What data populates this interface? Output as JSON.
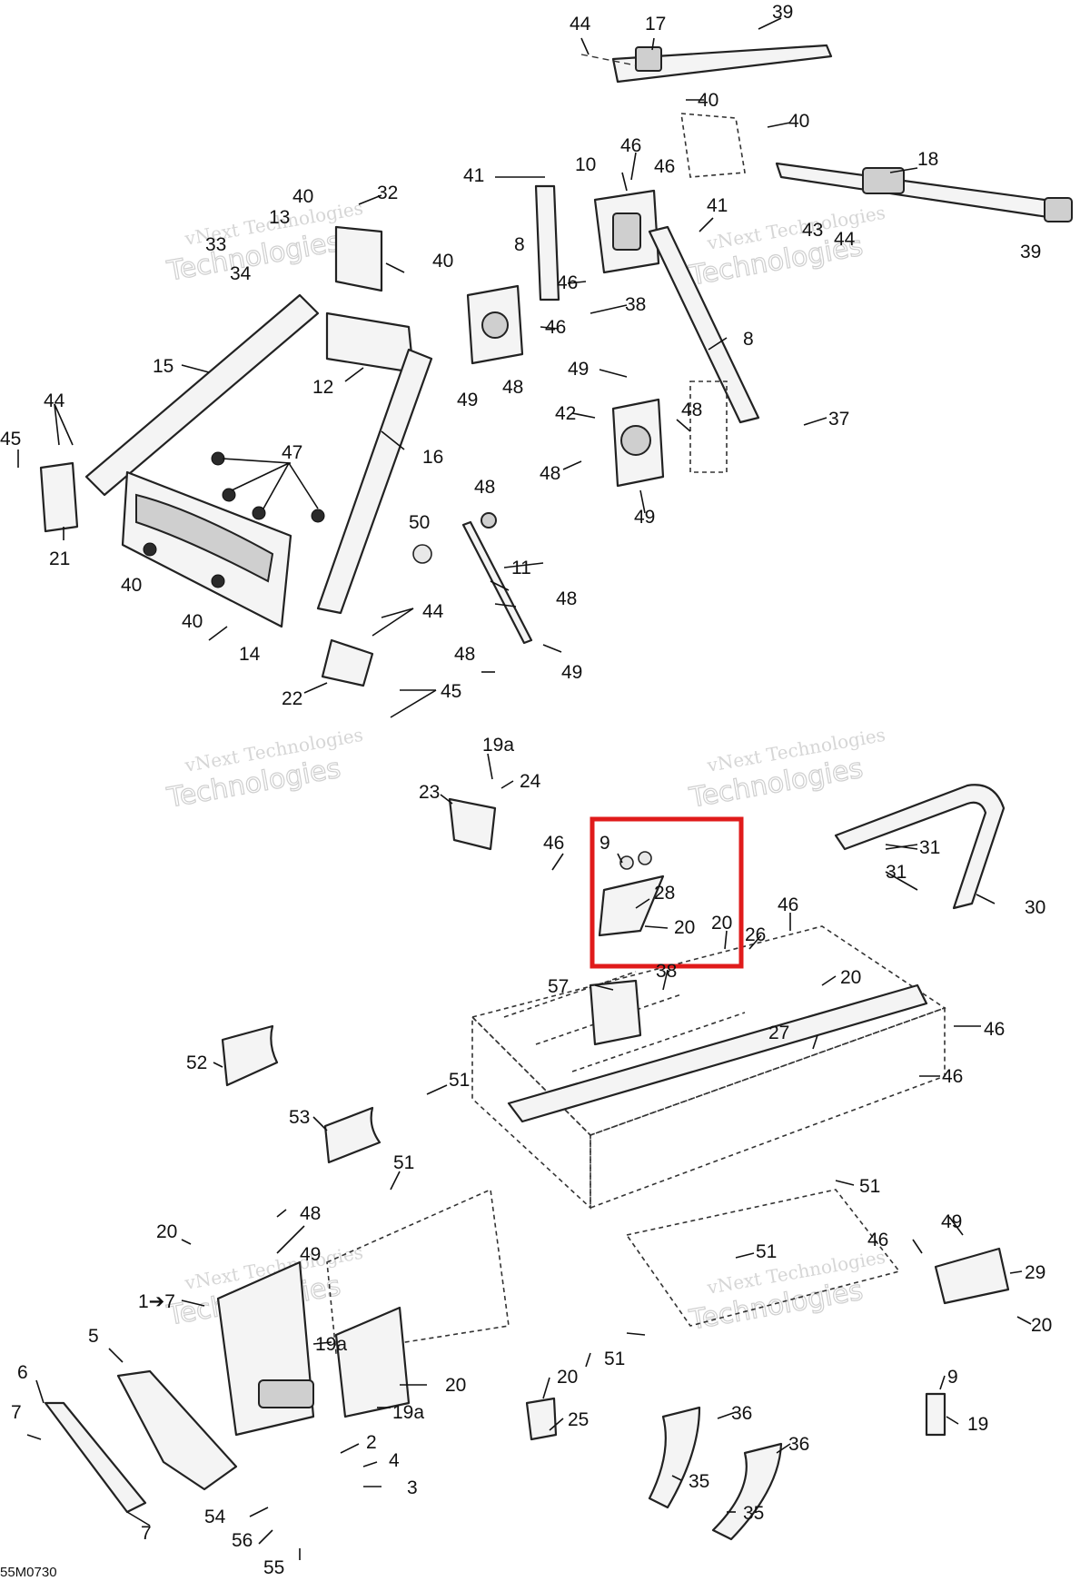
{
  "diagram": {
    "reference_code": "55M0730",
    "watermark": {
      "line1": "vNext Technologies",
      "line2": "Technologies",
      "prefix": "vNext"
    },
    "highlight_color": "#e01b1b",
    "labels": {
      "l44a": "44",
      "l17": "17",
      "l39a": "39",
      "l40a": "40",
      "l40b": "40",
      "l46a": "46",
      "l46b": "46",
      "l10": "10",
      "l41a": "41",
      "l18": "18",
      "l41b": "41",
      "l43": "43",
      "l44b": "44",
      "l39b": "39",
      "l40c": "40",
      "l32": "32",
      "l13": "13",
      "l33": "33",
      "l34": "34",
      "l40d": "40",
      "l8a": "8",
      "l46c": "46",
      "l38a": "38",
      "l46d": "46",
      "l8b": "8",
      "l15": "15",
      "l12": "12",
      "l49a": "49",
      "l48a": "48",
      "l49b": "49",
      "l42": "42",
      "l48b": "48",
      "l37": "37",
      "l48c": "48",
      "l49c": "49",
      "l44c": "44",
      "l45a": "45",
      "l47": "47",
      "l16": "16",
      "l21": "21",
      "l40e": "40",
      "l40f": "40",
      "l14": "14",
      "l50": "50",
      "l48d": "48",
      "l11": "11",
      "l48e": "48",
      "l48f": "48",
      "l49d": "49",
      "l44d": "44",
      "l22": "22",
      "l45b": "45",
      "l19a1": "19a",
      "l24": "24",
      "l23": "23",
      "l46e": "46",
      "l9a": "9",
      "l28": "28",
      "l20a": "20",
      "l20b": "20",
      "l26": "26",
      "l46f": "46",
      "l31a": "31",
      "l31b": "31",
      "l30": "30",
      "l57": "57",
      "l38b": "38",
      "l20c": "20",
      "l27": "27",
      "l46g": "46",
      "l46h": "46",
      "l52": "52",
      "l51a": "51",
      "l53": "53",
      "l51b": "51",
      "l51c": "51",
      "l48g": "48",
      "l49e": "49",
      "l20d": "20",
      "l1to7": "1➔7",
      "l5": "5",
      "l19a2": "19a",
      "l6": "6",
      "l20e": "20",
      "l19a3": "19a",
      "l7a": "7",
      "l2": "2",
      "l4": "4",
      "l3": "3",
      "l7b": "7",
      "l54": "54",
      "l56": "56",
      "l55": "55",
      "l51d": "51",
      "l51e": "51",
      "l20f": "20",
      "l25": "25",
      "l49f": "49",
      "l46i": "46",
      "l29": "29",
      "l20g": "20",
      "l36a": "36",
      "l36b": "36",
      "l35a": "35",
      "l35b": "35",
      "l9b": "9",
      "l19": "19"
    }
  }
}
